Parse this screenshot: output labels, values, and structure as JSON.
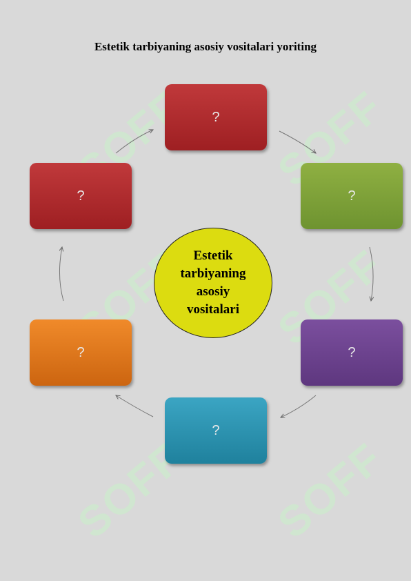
{
  "title": "Estetik tarbiyaning asosiy vositalari yoriting",
  "center": {
    "lines": [
      "Estetik",
      "tarbiyaning",
      "asosiy",
      "vositalari"
    ]
  },
  "boxes": [
    {
      "label": "?",
      "color": "#b02c2f"
    },
    {
      "label": "?",
      "color": "#7fa23a"
    },
    {
      "label": "?",
      "color": "#6c4390"
    },
    {
      "label": "?",
      "color": "#2c93b0"
    },
    {
      "label": "?",
      "color": "#e0781c"
    },
    {
      "label": "?",
      "color": "#b02c2f"
    }
  ],
  "center_color": "#dcdc10",
  "watermark": "SOFF"
}
